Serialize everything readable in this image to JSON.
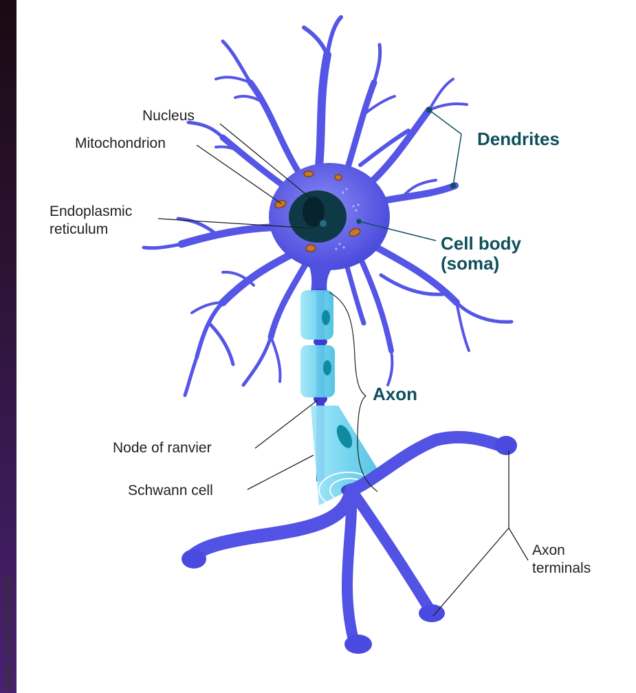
{
  "labels": {
    "nucleus": "Nucleus",
    "mitochondrion": "Mitochondrion",
    "er_line1": "Endoplasmic",
    "er_line2": "reticulum",
    "dendrites": "Dendrites",
    "cell_body_line1": "Cell body",
    "cell_body_line2": "(soma)",
    "axon": "Axon",
    "node": "Node of  ranvier",
    "schwann": "Schwann cell",
    "terminals_line1": "Axon",
    "terminals_line2": "terminals"
  },
  "credit": "Adobe Stock | #76372734",
  "colors": {
    "neuron": "#5858e8",
    "neuron_dark": "#3c3cd0",
    "myelin": "#6fd3ee",
    "nucleus": "#0e3a47",
    "mitochondrion": "#c9772a",
    "label_accent": "#0f4f5c",
    "left_bar": "#3a1a55"
  }
}
